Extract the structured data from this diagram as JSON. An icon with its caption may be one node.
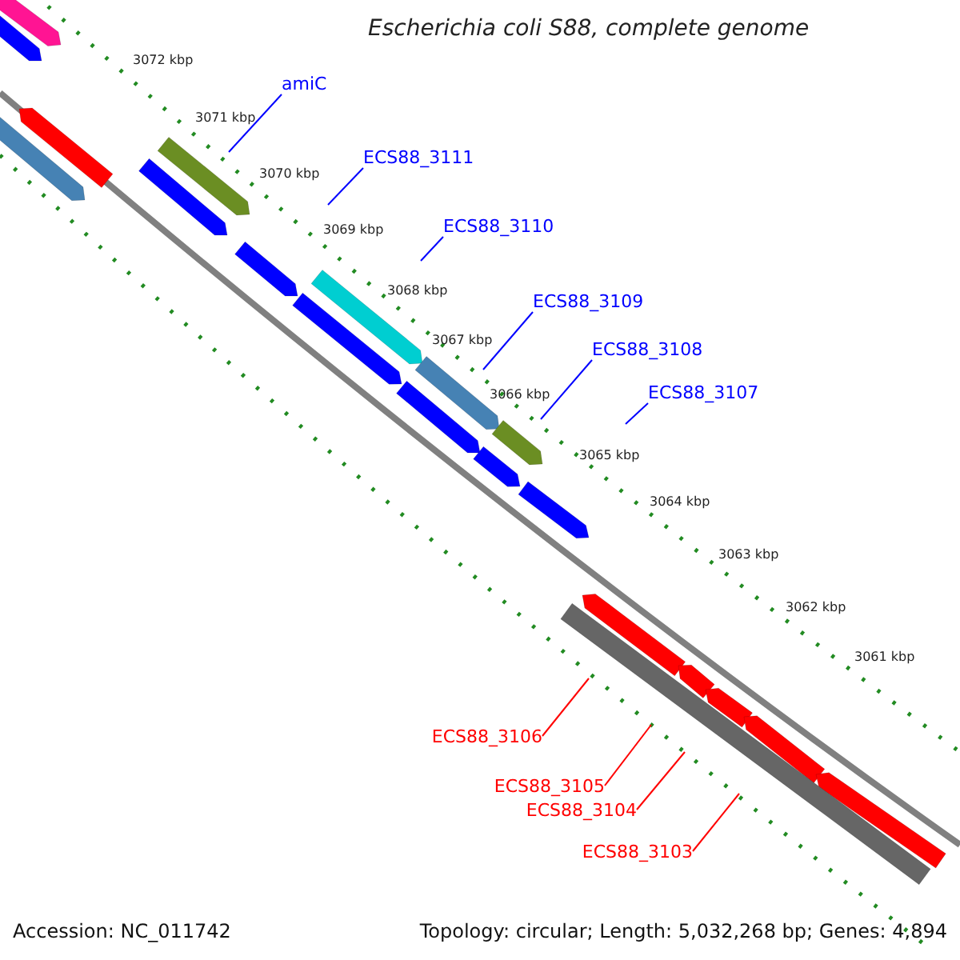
{
  "diagram": {
    "title": "Escherichia coli S88, complete genome",
    "nodes": [
      {
        "text": [
          "amiC"
        ]
      },
      {
        "text": [
          "ECS88_3111"
        ]
      },
      {
        "text": [
          "ECS88_3110"
        ]
      },
      {
        "text": [
          "ECS88_3109"
        ]
      },
      {
        "text": [
          "ECS88_3108"
        ]
      },
      {
        "text": [
          "ECS88_3107"
        ]
      },
      {
        "text": [
          "ECS88_3106"
        ]
      },
      {
        "text": [
          "ECS88_3105"
        ]
      },
      {
        "text": [
          "ECS88_3104"
        ]
      },
      {
        "text": [
          "ECS88_3103"
        ]
      }
    ],
    "edges": [
      {
        "from": 0,
        "to": null,
        "arrow": "none"
      },
      {
        "from": 1,
        "to": null,
        "arrow": "none"
      },
      {
        "from": 2,
        "to": null,
        "arrow": "none"
      },
      {
        "from": 3,
        "to": null,
        "arrow": "none"
      },
      {
        "from": 4,
        "to": null,
        "arrow": "none"
      },
      {
        "from": 5,
        "to": null,
        "arrow": "none"
      },
      {
        "from": 6,
        "to": null,
        "arrow": "none",
        "color": "#ff0000"
      },
      {
        "from": 7,
        "to": null,
        "arrow": "none",
        "color": "#ff0000"
      },
      {
        "from": 8,
        "to": null,
        "arrow": "none",
        "color": "#ff0000"
      },
      {
        "from": 9,
        "to": null,
        "arrow": "none",
        "color": "#ff0000"
      }
    ],
    "labels": [
      "3072 kbp",
      "3071 kbp",
      "3070 kbp",
      "3069 kbp",
      "3068 kbp",
      "3067 kbp",
      "3066 kbp",
      "3065 kbp",
      "3064 kbp",
      "3063 kbp",
      "3062 kbp",
      "3061 kbp",
      "Accession: NC_011742",
      "Topology: circular; Length: 5,032,268 bp; Genes: 4,894"
    ]
  }
}
